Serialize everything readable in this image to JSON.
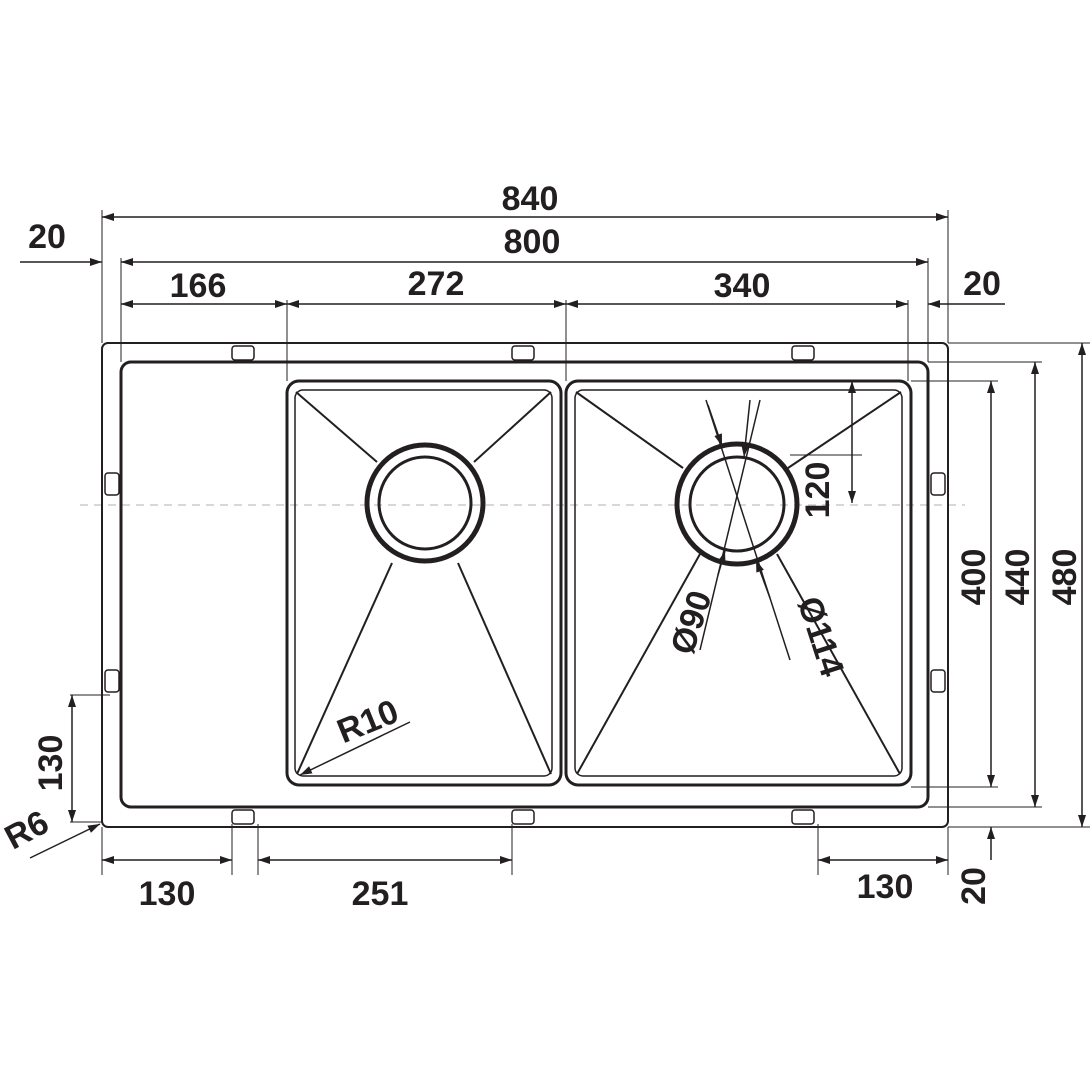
{
  "dimensions": {
    "overall_width": "840",
    "inner_width": "800",
    "left_offset": "20",
    "right_offset": "20",
    "drainboard_width": "166",
    "left_bowl_width": "272",
    "right_bowl_width": "340",
    "overall_depth": "480",
    "inner_depth": "440",
    "bowl_depth": "400",
    "drain_offset": "120",
    "bottom_offset": "20",
    "bracket_spacing_left": "130",
    "bracket_spacing_mid": "251",
    "bracket_spacing_right": "130",
    "side_bracket_height": "130",
    "corner_radius_outer": "R6",
    "corner_radius_bowl": "R10",
    "drain_diameter_inner": "Ø90",
    "drain_diameter_outer": "Ø114"
  },
  "colors": {
    "line": "#231f20",
    "centerline": "#b0b0b0"
  }
}
